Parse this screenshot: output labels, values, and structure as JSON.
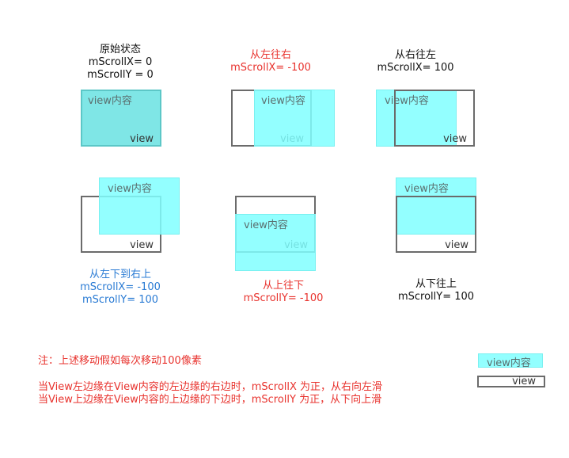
{
  "content_label": "view内容",
  "view_label": "view",
  "panels": [
    {
      "lines": [
        "原始状态",
        "mScrollX= 0",
        "mScrollY = 0"
      ]
    },
    {
      "lines": [
        "从左往右",
        "mScrollX= -100"
      ]
    },
    {
      "lines": [
        "从右往左",
        "mScrollX= 100"
      ]
    },
    {
      "lines": [
        "从左下到右上",
        "mScrollX= -100",
        "mScrollY= 100"
      ]
    },
    {
      "lines": [
        "从上往下",
        "mScrollY= -100"
      ]
    },
    {
      "lines": [
        "从下往上",
        "mScrollY= 100"
      ]
    }
  ],
  "legend": {
    "content": "view内容",
    "view": "view"
  },
  "notes": {
    "line1": "注：上述移动假如每次移动100像素",
    "line2": "当View左边缘在View内容的左边缘的右边时，mScrollX 为正，从右向左滑",
    "line3": "当View上边缘在View内容的上边缘的下边时，mScrollY 为正，从下向上滑"
  },
  "colors": {
    "content_fill": "#80ffff",
    "content_base_fill": "#7fe6e6",
    "view_border": "#6b6b6b",
    "red_text": "#e8322d",
    "blue_text": "#2a7bd4"
  }
}
